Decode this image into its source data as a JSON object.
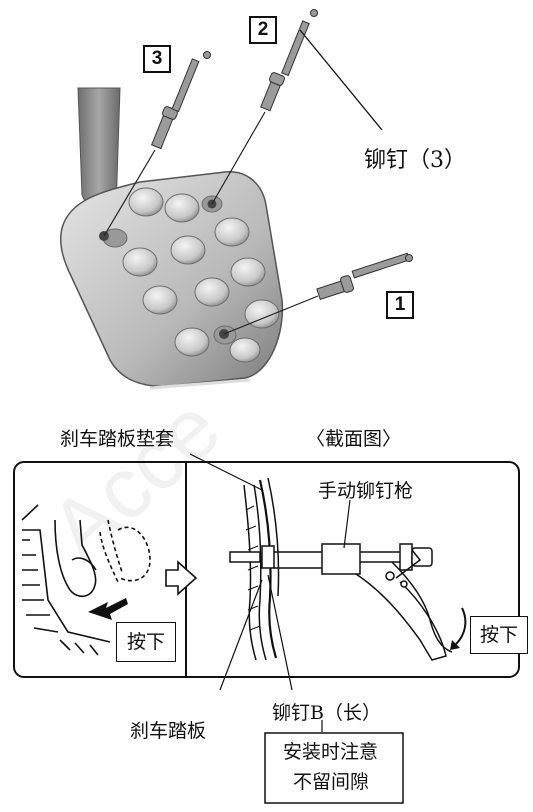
{
  "callouts": {
    "n1": "1",
    "n2": "2",
    "n3": "3"
  },
  "labels": {
    "rivet_3": "铆钉（3）",
    "pad_cover": "刹车踏板垫套",
    "section_view": "〈截面图〉",
    "manual_rivet_gun": "手动铆钉枪",
    "press_left": "按下",
    "press_right": "按下",
    "brake_pedal": "刹车踏板",
    "rivet_b_long": "铆钉B（长）",
    "note_line1": "安装时注意",
    "note_line2": "不留间隙"
  },
  "watermark": "Acce"
}
